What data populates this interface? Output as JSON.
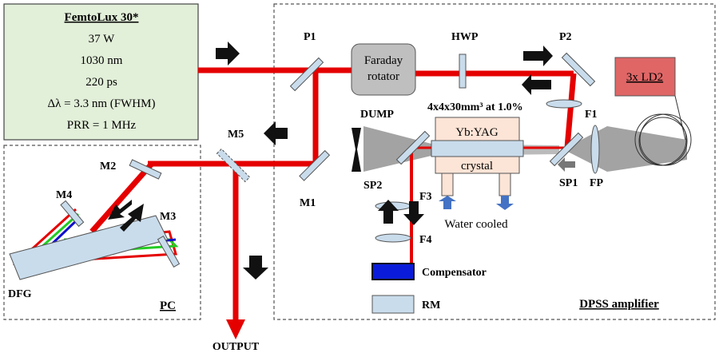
{
  "source_box": {
    "title": "FemtoLux 30*",
    "lines": [
      "37 W",
      "1030 nm",
      "220 ps",
      "Δλ = 3.3 nm (FWHM)",
      "PRR = 1 MHz"
    ],
    "fill": "#e2efd9"
  },
  "labels": {
    "p1": "P1",
    "p2": "P2",
    "hwp": "HWP",
    "faraday_line1": "Faraday",
    "faraday_line2": "rotator",
    "crystal_spec": "4x4x30mm³ at 1.0%",
    "f1": "F1",
    "fp": "FP",
    "sp1": "SP1",
    "sp2": "SP2",
    "dump": "DUMP",
    "yb_yag": "Yb:YAG",
    "crystal": "crystal",
    "water_cooled": "Water cooled",
    "f3": "F3",
    "f4": "F4",
    "compensator": "Compensator",
    "rm": "RM",
    "ld2": "3x LD2",
    "m1": "M1",
    "m2": "M2",
    "m3": "M3",
    "m4": "M4",
    "m5": "M5",
    "dfg": "DFG",
    "pc": "PC",
    "output": "OUTPUT",
    "dpss": "DPSS amplifier"
  },
  "colors": {
    "beam": "#e50000",
    "pump_beam": "#999999",
    "compensator": "#0a1cd9",
    "optic": "#c9dcec",
    "ld2_box": "#e06666",
    "faraday": "#bfbfbf",
    "green": "#22cc22",
    "blue": "#1010cc"
  }
}
